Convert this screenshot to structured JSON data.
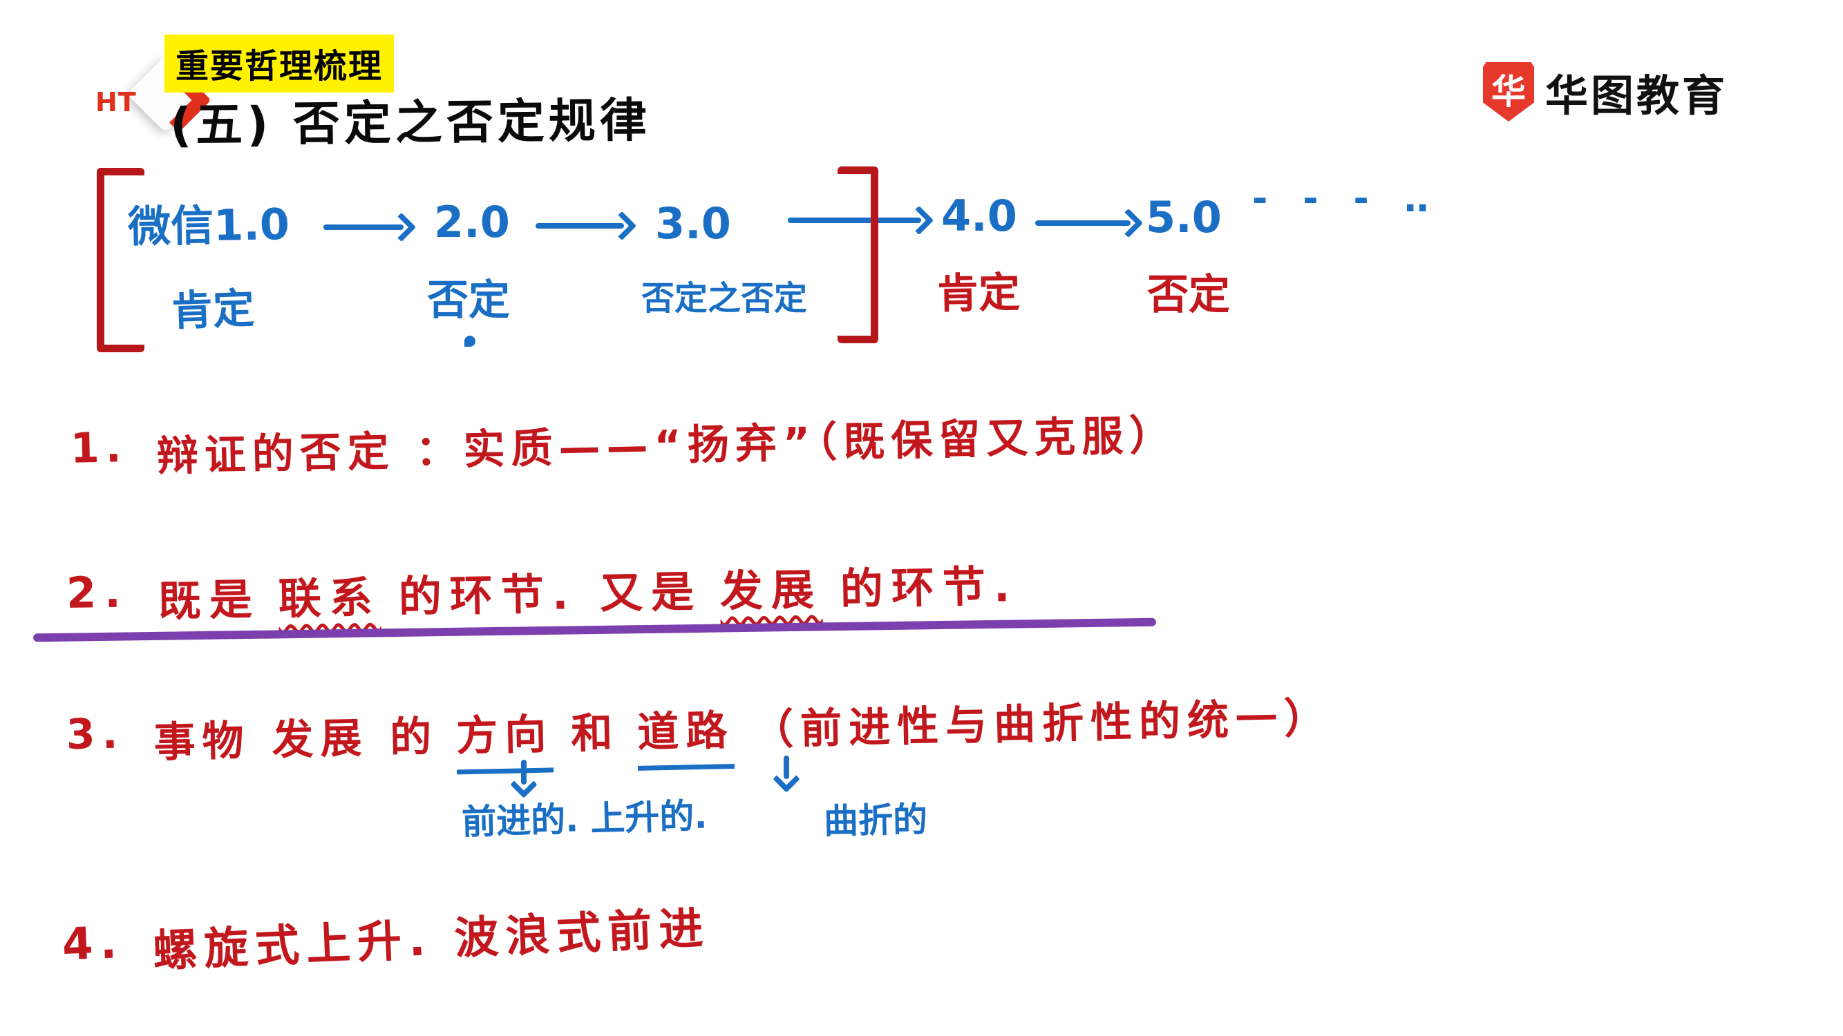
{
  "header": {
    "ht_logo": "HT",
    "badge": "重要哲理梳理",
    "title": "(五) 否定之否定规律",
    "brand_symbol": "华",
    "brand_name": "华图教育"
  },
  "diagram": {
    "nodes": [
      "微信1.0",
      "2.0",
      "3.0",
      "4.0",
      "5.0"
    ],
    "ellipsis": "- - - ‥",
    "labels_blue": [
      "肯定",
      "否定",
      "否定之否定"
    ],
    "labels_red": [
      "肯定",
      "否定"
    ]
  },
  "notes": {
    "n1": {
      "num": "1.",
      "text": "辩证的否定 ：实质——“扬弃”（既保留又克服）"
    },
    "n2": {
      "num": "2.",
      "p1": "既是",
      "u1": "联系",
      "p2": "的环节. 又是",
      "u2": "发展",
      "p3": "的环节."
    },
    "n3": {
      "num": "3.",
      "p1": "事物 发展 的",
      "u1": "方向",
      "p2": "和",
      "u2": "道路",
      "p3": "（前进性与曲折性的统一）"
    },
    "n3_annotations": {
      "a1": "前进的. 上升的.",
      "a2": "曲折的"
    },
    "n4": {
      "num": "4.",
      "text": "螺旋式上升. 波浪式前进"
    }
  },
  "colors": {
    "blue_ink": "#1a6fc4",
    "red_ink": "#c2181d",
    "purple_ink": "#7b3fae",
    "highlight_yellow": "#fff100",
    "brand_red": "#e6392c",
    "ink_black": "#000000"
  }
}
